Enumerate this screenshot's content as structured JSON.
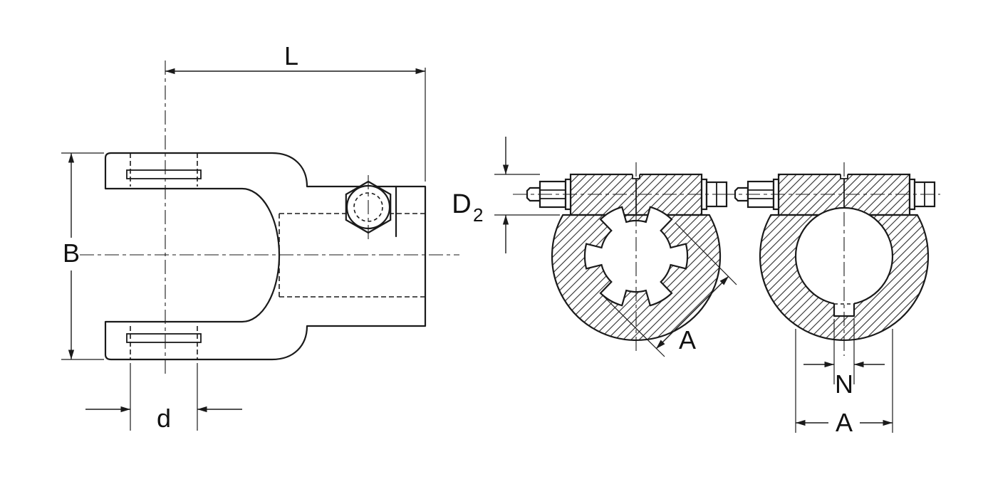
{
  "diagram": {
    "type": "technical-drawing",
    "labels": {
      "overall_length": "L",
      "yoke_width": "B",
      "pin_hole_diameter": "d",
      "clamp_height_main": "D",
      "clamp_height_sub": "2",
      "spline_diameter": "A",
      "keyway_width": "N",
      "bore_diameter": "A"
    },
    "colors": {
      "line": "#1a1a1a",
      "background": "#ffffff"
    }
  }
}
